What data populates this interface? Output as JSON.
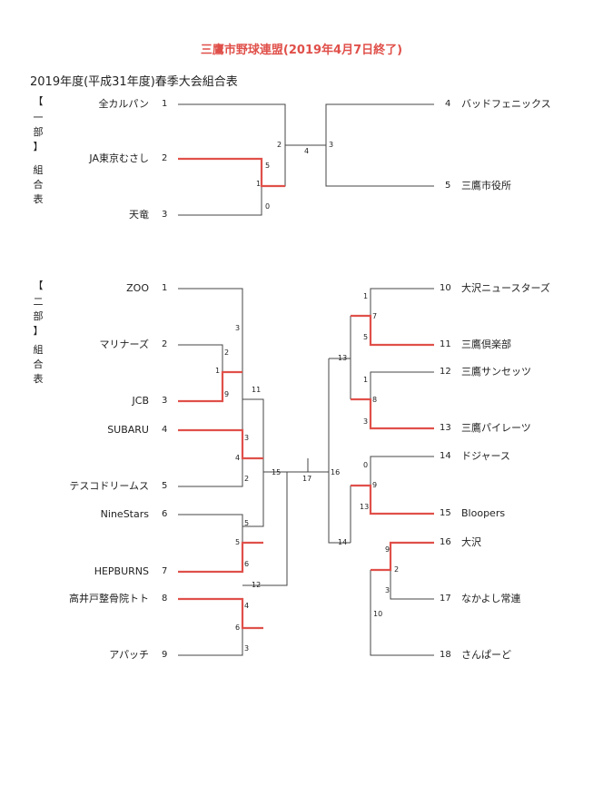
{
  "header": {
    "title": "三鷹市野球連盟(2019年4月7日終了)",
    "subtitle": "2019年度(平成31年度)春季大会組合表"
  },
  "sections": {
    "div1_label": [
      "【",
      "一",
      "部",
      "】",
      "",
      "組",
      "合",
      "表"
    ],
    "div2_label": [
      "【",
      "二",
      "部",
      "】",
      "",
      "組",
      "合",
      "表"
    ]
  },
  "div1": {
    "teams": [
      {
        "no": "1",
        "name": "全カルパン"
      },
      {
        "no": "2",
        "name": "JA東京むさし"
      },
      {
        "no": "3",
        "name": "天竜"
      },
      {
        "no": "4",
        "name": "バッドフェニックス"
      },
      {
        "no": "5",
        "name": "三鷹市役所"
      }
    ],
    "scores": [
      "2",
      "5",
      "1",
      "0",
      "4",
      "3"
    ]
  },
  "div2": {
    "teams": [
      {
        "no": "1",
        "name": "ZOO"
      },
      {
        "no": "2",
        "name": "マリナーズ"
      },
      {
        "no": "3",
        "name": "JCB"
      },
      {
        "no": "4",
        "name": "SUBARU"
      },
      {
        "no": "5",
        "name": "テスコドリームス"
      },
      {
        "no": "6",
        "name": "NineStars"
      },
      {
        "no": "7",
        "name": "HEPBURNS"
      },
      {
        "no": "8",
        "name": "高井戸整骨院トト"
      },
      {
        "no": "9",
        "name": "アパッチ"
      },
      {
        "no": "10",
        "name": "大沢ニュースターズ"
      },
      {
        "no": "11",
        "name": "三鷹倶楽部"
      },
      {
        "no": "12",
        "name": "三鷹サンセッツ"
      },
      {
        "no": "13",
        "name": "三鷹パイレーツ"
      },
      {
        "no": "14",
        "name": "ドジャース"
      },
      {
        "no": "15",
        "name": "Bloopers"
      },
      {
        "no": "16",
        "name": "大沢"
      },
      {
        "no": "17",
        "name": "なかよし常連"
      },
      {
        "no": "18",
        "name": "さんぱーど"
      }
    ],
    "scores": [
      "3",
      "2",
      "1",
      "9",
      "3",
      "4",
      "2",
      "5",
      "5",
      "6",
      "4",
      "6",
      "3",
      "11",
      "12",
      "15",
      "17",
      "16",
      "1",
      "7",
      "5",
      "1",
      "8",
      "3",
      "13",
      "0",
      "9",
      "13",
      "14",
      "9",
      "2",
      "3",
      "10"
    ]
  },
  "colors": {
    "winner_line": "#e0504a",
    "line": "#444444",
    "title": "#e0504a"
  }
}
